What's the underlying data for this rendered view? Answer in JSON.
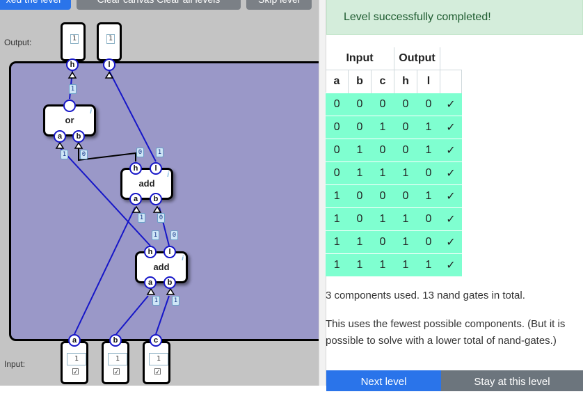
{
  "toolbar": {
    "primary_label": "xed the level",
    "clear_canvas_label": "Clear canvas   Clear all levels",
    "skip_label": "Skip level"
  },
  "canvas": {
    "output_label": "Output:",
    "input_label": "Input:",
    "outputs": [
      {
        "pin": "h",
        "value": "1"
      },
      {
        "pin": "l",
        "value": "1"
      }
    ],
    "inputs": [
      {
        "pin": "a",
        "value": "1",
        "check": "☑"
      },
      {
        "pin": "b",
        "value": "1",
        "check": "☑"
      },
      {
        "pin": "c",
        "value": "1",
        "check": "☑"
      }
    ],
    "components": [
      {
        "name": "or",
        "in": [
          "a",
          "b"
        ],
        "out": [
          ""
        ]
      },
      {
        "name": "add",
        "in": [
          "a",
          "b"
        ],
        "out": [
          "h",
          "l"
        ]
      },
      {
        "name": "add",
        "in": [
          "a",
          "b"
        ],
        "out": [
          "h",
          "l"
        ]
      }
    ],
    "info_glyph": "i",
    "wire_values": {
      "or_out": "1",
      "or_in_a": "1",
      "or_in_b": "0",
      "add1_h": "0",
      "add1_l": "1",
      "add1_in_a": "1",
      "add1_in_b": "0",
      "add2_h": "1",
      "add2_l": "0",
      "add2_in_a": "1",
      "add2_in_b": "1"
    },
    "colors": {
      "board": "#9a98c8",
      "wire": "#1616c8"
    }
  },
  "status": {
    "message": "Level successfully completed!"
  },
  "truth_table": {
    "group_headers": [
      "Input",
      "Output"
    ],
    "columns": [
      "a",
      "b",
      "c",
      "h",
      "l"
    ],
    "rows": [
      [
        "0",
        "0",
        "0",
        "0",
        "0",
        "✓"
      ],
      [
        "0",
        "0",
        "1",
        "0",
        "1",
        "✓"
      ],
      [
        "0",
        "1",
        "0",
        "0",
        "1",
        "✓"
      ],
      [
        "0",
        "1",
        "1",
        "1",
        "0",
        "✓"
      ],
      [
        "1",
        "0",
        "0",
        "0",
        "1",
        "✓"
      ],
      [
        "1",
        "0",
        "1",
        "1",
        "0",
        "✓"
      ],
      [
        "1",
        "1",
        "0",
        "1",
        "0",
        "✓"
      ],
      [
        "1",
        "1",
        "1",
        "1",
        "1",
        "✓"
      ]
    ],
    "row_color": "#7fffd0"
  },
  "summary": {
    "components_text": "3 components used. 13 nand gates in total.",
    "fewest_text": "This uses the fewest possible components. (But it is possible to solve with a lower total of nand-gates.)"
  },
  "buttons": {
    "next_label": "Next level",
    "stay_label": "Stay at this level"
  }
}
